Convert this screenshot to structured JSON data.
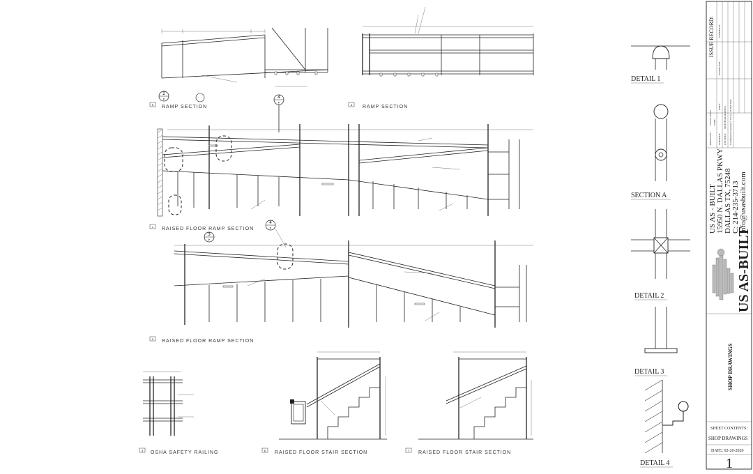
{
  "section_labels": {
    "ramp_section_1": "RAMP SECTION",
    "ramp_section_2": "RAMP SECTION",
    "raised_floor_ramp_1": "RAISED FLOOR RAMP SECTION",
    "raised_floor_ramp_2": "RAISED FLOOR RAMP SECTION",
    "osha": "OSHA SAFETY RAILING",
    "stair_1": "RAISED FLOOR STAIR SECTION",
    "stair_2": "RAISED FLOOR STAIR SECTION"
  },
  "section_numbers": {
    "ramp_section_1": "5",
    "ramp_section_2": "4",
    "raised_floor_ramp_1": "1",
    "raised_floor_ramp_2": "2",
    "osha": "3",
    "stair_1": "6",
    "stair_2": "7"
  },
  "callouts": {
    "c2": {
      "top": "2",
      "bottom": "P"
    },
    "c3": {
      "top": "3",
      "bottom": "P"
    },
    "c4": {
      "top": "4",
      "bottom": "P"
    },
    "c4b": {
      "top": "4",
      "bottom": "P"
    }
  },
  "details": {
    "d1": "DETAIL 1",
    "sa": "SECTION A",
    "d2": "DETAIL 2",
    "d3": "DETAIL 3",
    "d4": "DETAIL 4"
  },
  "title_block": {
    "issue_record": "ISSUE RECORD:",
    "col_date": "DATE:",
    "col_issued_for": "ISSUED FOR:",
    "col_comments": "COMMENTS:",
    "drawn_by_label": "DRAWN BY:",
    "drawn_by_value": "Jason R. Welton",
    "date_label": "DATE:",
    "checked_label": "CHECKED:",
    "job_title_label": "JOB TITLE:",
    "job_title_value": "SHOP DETAIL DRAWINGS",
    "copyright": "Confidential/Copyright © US AS - BUILT 2020",
    "company": "US AS - BUILT",
    "address1": "15950 N. DALLAS PKWY",
    "address2": "DALLAS TX, 75248",
    "phone": "C: 214-235-3713",
    "email": "info@usasbuilt.com",
    "logo_text": "US AS-BUILT",
    "drawing_type": "SHOP DRAWINGS",
    "sheet_contents_label": "SHEET CONTENTS:",
    "sheet_contents_value": "SHOP DRAWINGS",
    "issue_date": "DATE: 02-20-2020",
    "sheet_number": "1"
  }
}
